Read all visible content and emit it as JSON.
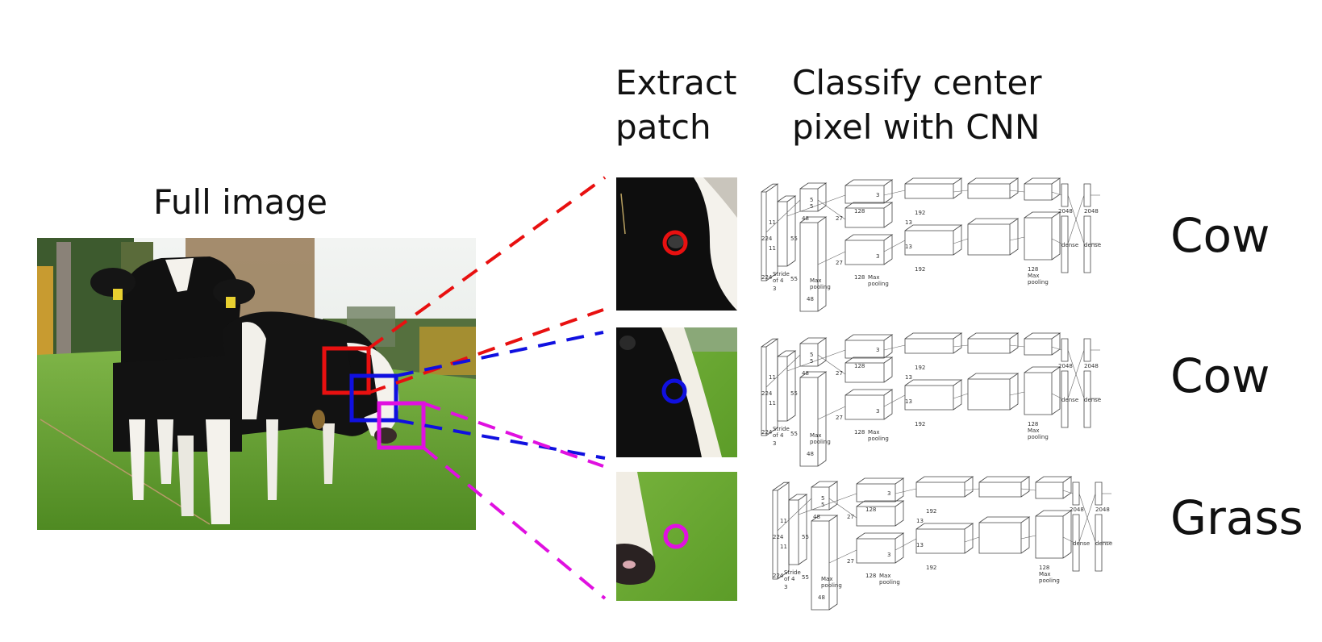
{
  "labels": {
    "full_image": "Full image",
    "extract_line1": "Extract",
    "extract_line2": "patch",
    "classify_line1": "Classify center",
    "classify_line2": "pixel with CNN"
  },
  "rows": [
    {
      "class_label": "Cow",
      "color": "#e81010"
    },
    {
      "class_label": "Cow",
      "color": "#1010e0"
    },
    {
      "class_label": "Grass",
      "color": "#e010e0"
    }
  ],
  "cnn": {
    "texts": [
      "224",
      "224",
      "3",
      "11",
      "11",
      "55",
      "55",
      "48",
      "5",
      "5",
      "27",
      "27",
      "128",
      "128",
      "3",
      "3",
      "13",
      "13",
      "192",
      "192",
      "128",
      "2048",
      "2048",
      "dense",
      "dense",
      "Stride",
      "of 4",
      "Max",
      "pooling",
      "Max",
      "pooling",
      "Max",
      "pooling",
      "48"
    ]
  },
  "colors": {
    "red": "#e81010",
    "blue": "#1010e0",
    "magenta": "#e010e0",
    "grass": "#5e9a2c",
    "sky": "#e8eef0"
  }
}
